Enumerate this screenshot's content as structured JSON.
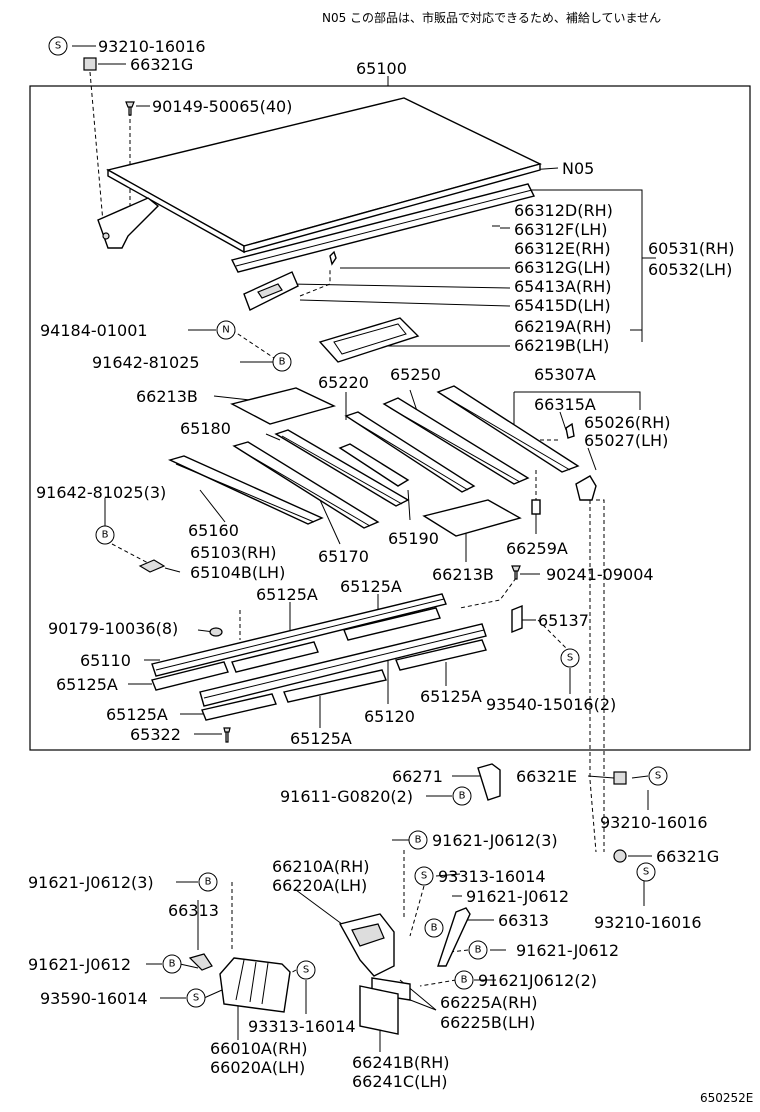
{
  "note": "N05  この部品は、市販品で対応できるため、補給していません",
  "figure_code": "650252E",
  "symbols": {
    "s": "S",
    "b": "B",
    "n": "N"
  },
  "labels": {
    "l93210_16016_top": "93210-16016",
    "l66321g_top": "66321G",
    "l65100": "65100",
    "l90149": "90149-50065(40)",
    "l_n05": "N05",
    "l66312d": "66312D(RH)",
    "l66312f": "66312F(LH)",
    "l66312e": "66312E(RH)",
    "l66312g": "66312G(LH)",
    "l60531": "60531(RH)",
    "l60532": "60532(LH)",
    "l65413a": "65413A(RH)",
    "l65415d": "65415D(LH)",
    "l66219a": "66219A(RH)",
    "l66219b": "66219B(LH)",
    "l94184": "94184-01001",
    "l91642_1": "91642-81025",
    "l66213b_1": "66213B",
    "l65220": "65220",
    "l65250": "65250",
    "l65307a": "65307A",
    "l66315a": "66315A",
    "l65026": "65026(RH)",
    "l65027": "65027(LH)",
    "l65180": "65180",
    "l91642_3": "91642-81025(3)",
    "l65160": "65160",
    "l65103": "65103(RH)",
    "l65104b": "65104B(LH)",
    "l65170": "65170",
    "l65190": "65190",
    "l66259a": "66259A",
    "l66213b_2": "66213B",
    "l90241": "90241-09004",
    "l65125a_1": "65125A",
    "l65125a_2": "65125A",
    "l90179": "90179-10036(8)",
    "l65137": "65137",
    "l65110": "65110",
    "l65125a_3": "65125A",
    "l65125a_4": "65125A",
    "l93540": "93540-15016(2)",
    "l65125a_5": "65125A",
    "l65120": "65120",
    "l65322": "65322",
    "l65125a_6": "65125A",
    "l66271": "66271",
    "l91611": "91611-G0820(2)",
    "l66321e": "66321E",
    "l93210_16016_mid": "93210-16016",
    "l91621_3a": "91621-J0612(3)",
    "l66321g_bot": "66321G",
    "l66210a": "66210A(RH)",
    "l66220a": "66220A(LH)",
    "l93313_a": "93313-16014",
    "l91621_3b": "91621-J0612(3)",
    "l91621_a": "91621-J0612",
    "l66313_a": "66313",
    "l66313_b": "66313",
    "l93210_16016_bot": "93210-16016",
    "l91621_b": "91621-J0612",
    "l91621_c": "91621-J0612",
    "l91621_2": "91621J0612(2)",
    "l93590": "93590-16014",
    "l66225a": "66225A(RH)",
    "l66225b": "66225B(LH)",
    "l93313_b": "93313-16014",
    "l66010a": "66010A(RH)",
    "l66020a": "66020A(LH)",
    "l66241b": "66241B(RH)",
    "l66241c": "66241C(LH)"
  }
}
